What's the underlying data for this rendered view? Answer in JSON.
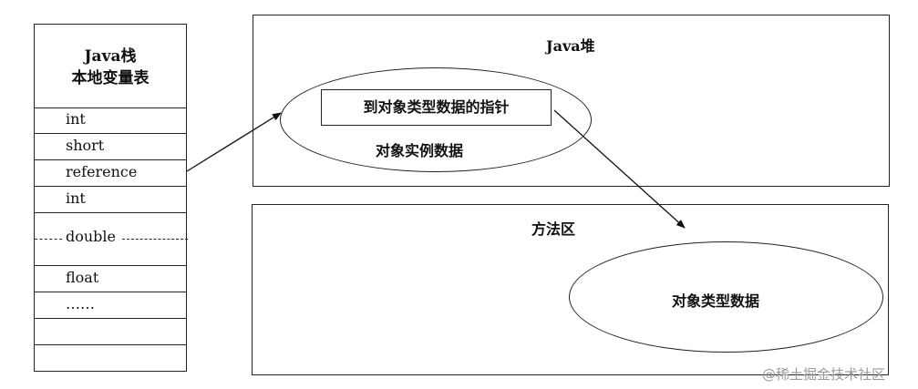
{
  "stack": {
    "title_line1": "Java栈",
    "title_line2": "本地变量表",
    "rows": [
      "int",
      "short",
      "reference",
      "int",
      "double",
      "float",
      "……",
      "",
      ""
    ]
  },
  "heap": {
    "title": "Java堆",
    "pointer_label": "到对象类型数据的指针",
    "instance_label": "对象实例数据"
  },
  "method_area": {
    "title": "方法区",
    "type_data_label": "对象类型数据"
  },
  "watermark": "@稀土掘金技术社区"
}
